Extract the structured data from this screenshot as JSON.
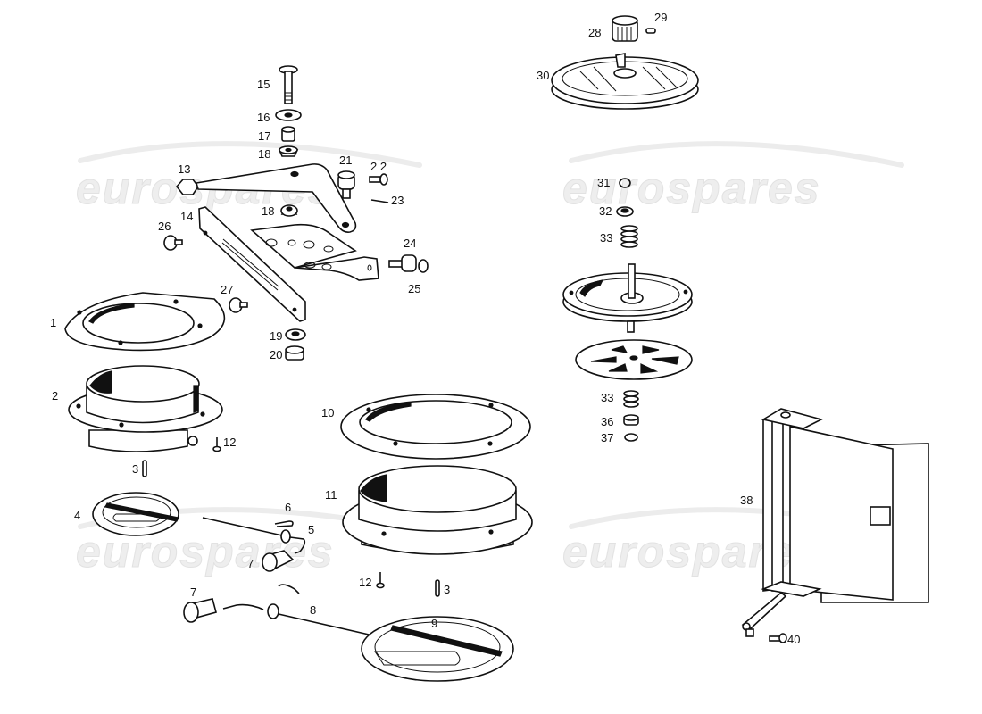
{
  "diagram": {
    "type": "exploded-parts-diagram",
    "watermark": {
      "text": "eurospares",
      "color": "#e6e6e6",
      "instances": 4
    },
    "parts": [
      {
        "id": "1",
        "label": "1",
        "desc": "oval mounting flange ring"
      },
      {
        "id": "2",
        "label": "2",
        "desc": "flanged vent housing"
      },
      {
        "id": "3a",
        "label": "3",
        "desc": "pin"
      },
      {
        "id": "3b",
        "label": "3",
        "desc": "pin"
      },
      {
        "id": "4",
        "label": "4",
        "desc": "flap valve disc"
      },
      {
        "id": "5",
        "label": "5",
        "desc": "control rod"
      },
      {
        "id": "6",
        "label": "6",
        "desc": "split pin"
      },
      {
        "id": "7a",
        "label": "7",
        "desc": "knob"
      },
      {
        "id": "7b",
        "label": "7",
        "desc": "knob"
      },
      {
        "id": "8",
        "label": "8",
        "desc": "control rod"
      },
      {
        "id": "9",
        "label": "9",
        "desc": "flap valve disc"
      },
      {
        "id": "10",
        "label": "10",
        "desc": "oval mounting flange ring"
      },
      {
        "id": "11",
        "label": "11",
        "desc": "flanged vent housing"
      },
      {
        "id": "12a",
        "label": "12",
        "desc": "self-tapping screw"
      },
      {
        "id": "12b",
        "label": "12",
        "desc": "self-tapping screw"
      },
      {
        "id": "13",
        "label": "13",
        "desc": "lever arm"
      },
      {
        "id": "14",
        "label": "14",
        "desc": "slotted bracket"
      },
      {
        "id": "15",
        "label": "15",
        "desc": "bolt"
      },
      {
        "id": "16",
        "label": "16",
        "desc": "washer"
      },
      {
        "id": "17",
        "label": "17",
        "desc": "spacer"
      },
      {
        "id": "18a",
        "label": "18",
        "desc": "bush"
      },
      {
        "id": "18b",
        "label": "18",
        "desc": "bush"
      },
      {
        "id": "19",
        "label": "19",
        "desc": "washer"
      },
      {
        "id": "20",
        "label": "20",
        "desc": "nut"
      },
      {
        "id": "21",
        "label": "21",
        "desc": "trunnion"
      },
      {
        "id": "22",
        "label": "2 2",
        "desc": "screw"
      },
      {
        "id": "23",
        "label": "23",
        "desc": "pin"
      },
      {
        "id": "24",
        "label": "24",
        "desc": "cable clamp"
      },
      {
        "id": "25",
        "label": "25",
        "desc": "screw"
      },
      {
        "id": "26",
        "label": "26",
        "desc": "rivet"
      },
      {
        "id": "27",
        "label": "27",
        "desc": "rivet"
      },
      {
        "id": "28",
        "label": "28",
        "desc": "knurled knob"
      },
      {
        "id": "29",
        "label": "29",
        "desc": "grub screw"
      },
      {
        "id": "30",
        "label": "30",
        "desc": "louvred vent grille"
      },
      {
        "id": "31",
        "label": "31",
        "desc": "circlip"
      },
      {
        "id": "32",
        "label": "32",
        "desc": "washer"
      },
      {
        "id": "33a",
        "label": "33",
        "desc": "spring"
      },
      {
        "id": "34",
        "label": "",
        "desc": "vent body with spindle"
      },
      {
        "id": "35",
        "label": "",
        "desc": "rotating vent plate"
      },
      {
        "id": "33b",
        "label": "33",
        "desc": "spring"
      },
      {
        "id": "36",
        "label": "36",
        "desc": "collar"
      },
      {
        "id": "37",
        "label": "37",
        "desc": "circlip"
      },
      {
        "id": "38",
        "label": "38",
        "desc": "hinged flap assembly"
      },
      {
        "id": "40",
        "label": "40",
        "desc": "screw"
      }
    ]
  }
}
